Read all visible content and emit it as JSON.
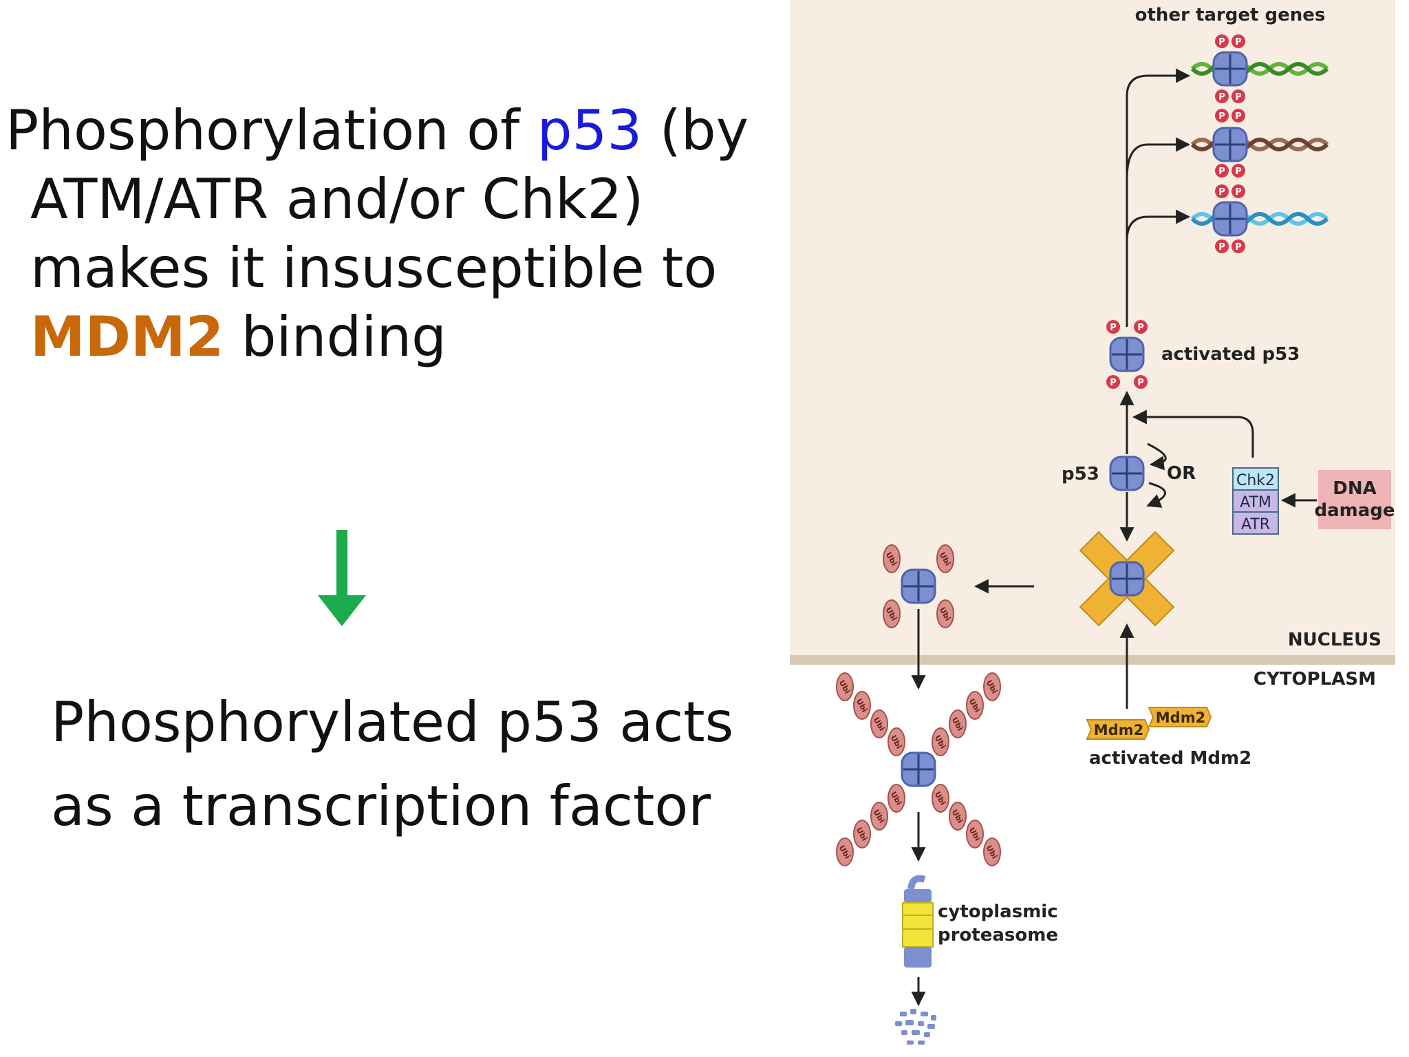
{
  "left_text": {
    "line1": {
      "part1": "Phosphorylation of ",
      "p53": "p53",
      "part2": " (by"
    },
    "line2": "ATM/ATR and/or Chk2)",
    "line3": "makes it insusceptible to",
    "line4": {
      "mdm2": "MDM2",
      "rest": " binding"
    },
    "conclusion_line1": "Phosphorylated p53 acts",
    "conclusion_line2": "as a transcription factor"
  },
  "colors": {
    "p53_word": "#1a1adb",
    "mdm2_word": "#c8680a",
    "down_arrow": "#1aab4a",
    "nucleus_bg": "#f7ede3",
    "membrane": "#d9c9b4",
    "p53_protein": "#7b8fd1",
    "mdm2_protein": "#f0b233",
    "phospho": "#d63a4a",
    "ubiquitin": "#d9908a",
    "chk2_box": "#bfe6f2",
    "atm_atr_box": "#c9b8e6",
    "dna_damage_box": "#efb4b6"
  },
  "diagram": {
    "other_target_genes": "other target genes",
    "activated_p53": "activated p53",
    "p53": "p53",
    "or": "OR",
    "kinases": [
      "Chk2",
      "ATM",
      "ATR"
    ],
    "dna_damage_line1": "DNA",
    "dna_damage_line2": "damage",
    "nucleus": "NUCLEUS",
    "cytoplasm": "CYTOPLASM",
    "mdm2": "Mdm2",
    "activated_mdm2": "activated Mdm2",
    "proteasome_line1": "cytoplasmic",
    "proteasome_line2": "proteasome",
    "phospho_mark": "P",
    "ubi": "Ubi"
  }
}
